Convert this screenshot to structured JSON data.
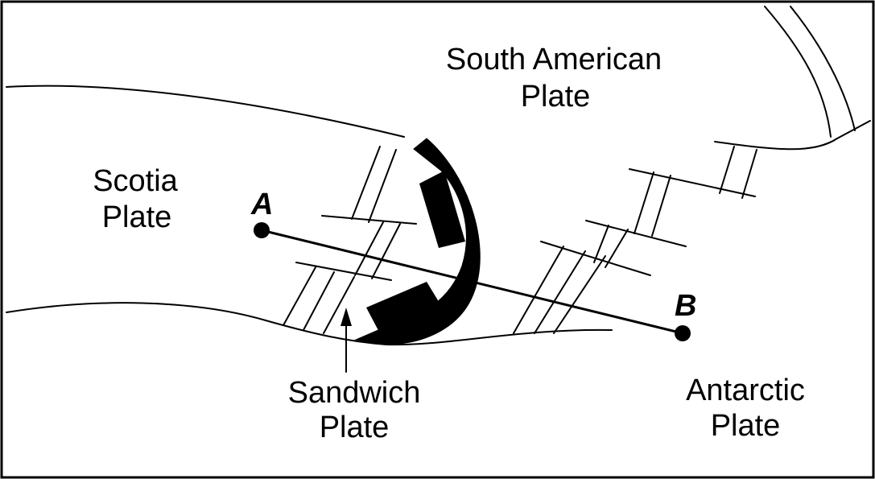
{
  "map": {
    "plates": {
      "south_american": [
        "South American",
        "Plate"
      ],
      "scotia": [
        "Scotia",
        "Plate"
      ],
      "sandwich": [
        "Sandwich",
        "Plate"
      ],
      "antarctic": [
        "Antarctic",
        "Plate"
      ]
    },
    "points": {
      "a": "A",
      "b": "B"
    },
    "colors": {
      "ink": "#000000",
      "background": "#ffffff"
    }
  }
}
